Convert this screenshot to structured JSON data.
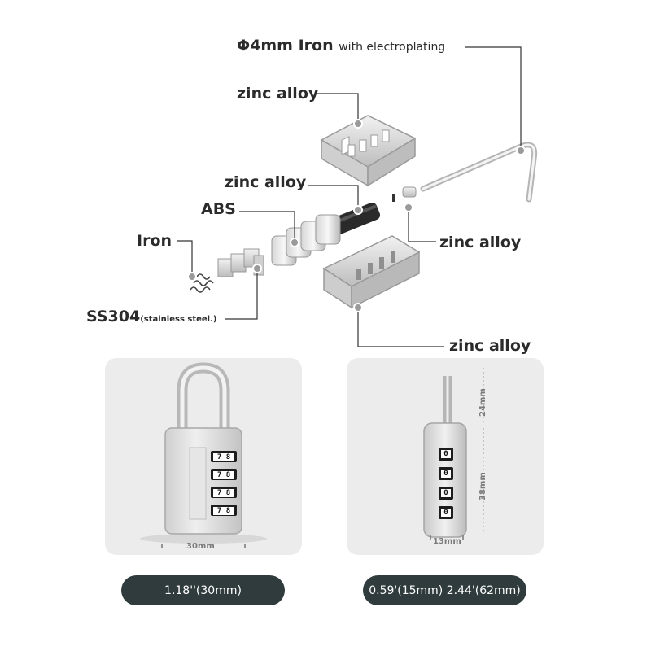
{
  "labels": {
    "shackle_main": "Φ4mm Iron",
    "shackle_sub": "with electroplating",
    "top_cover": "zinc alloy",
    "spindle": "zinc alloy",
    "wheels": "ABS",
    "spring": "Iron",
    "plates_main": "SS304",
    "plates_sub": "(stainless steel.)",
    "pin": "zinc alloy",
    "bottom_body": "zinc alloy"
  },
  "front_view": {
    "digits": [
      "7 8",
      "7 8",
      "7 8",
      "7 8"
    ],
    "width_label": "30mm",
    "pill": "1.18''(30mm)"
  },
  "side_view": {
    "digits": [
      "0",
      "0",
      "0",
      "0"
    ],
    "width_label": "13mm",
    "shackle_height_label": "24mm",
    "body_height_label": "38mm",
    "pill": "0.59'(15mm) 2.44'(62mm)"
  },
  "colors": {
    "metal_light": "#e4e4e4",
    "metal_mid": "#c8c8c8",
    "metal_dark": "#9a9a9a",
    "panel_bg": "#ececec",
    "pill_bg": "#2f3b3c",
    "leader_line": "#333333"
  }
}
